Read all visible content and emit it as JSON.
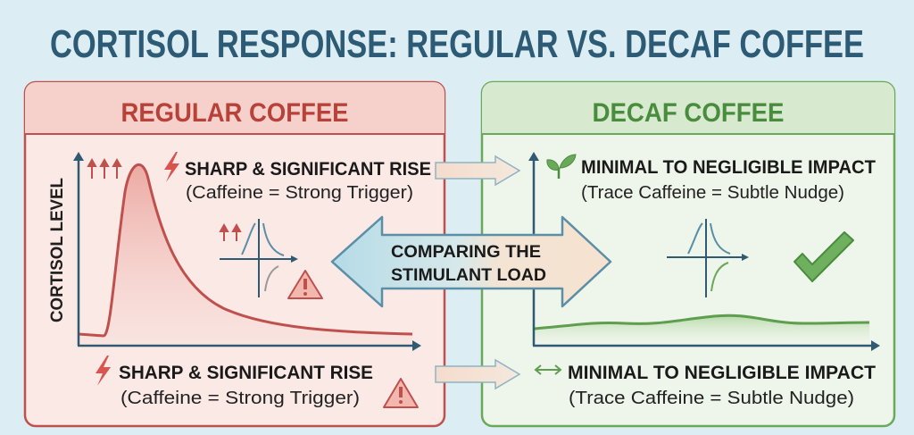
{
  "title": "CORTISOL RESPONSE: REGULAR VS. DECAF COFFEE",
  "colors": {
    "background": "#dceef3",
    "title": "#2d5a74",
    "regular_accent": "#c0504d",
    "decaf_accent": "#5f9e4f",
    "axis": "#2f5a72"
  },
  "regular": {
    "header": "REGULAR COFFEE",
    "y_axis_label": "CORTISOL LEVEL",
    "top_heading": "SHARP & SIGNIFICANT RISE",
    "top_sub": "(Caffeine = Strong Trigger)",
    "bottom_heading": "SHARP & SIGNIFICANT RISE",
    "bottom_sub": "(Caffeine = Strong Trigger)",
    "icons": [
      "lightning-icon",
      "up-arrows-icon",
      "warning-icon"
    ]
  },
  "decaf": {
    "header": "DECAF COFFEE",
    "top_heading": "MINIMAL TO NEGLIGIBLE IMPACT",
    "top_sub": "(Trace Caffeine = Subtle Nudge)",
    "bottom_heading": "MINIMAL TO NEGLIGIBLE IMPACT",
    "bottom_sub": "(Trace Caffeine = Subtle Nudge)",
    "icons": [
      "sprout-icon",
      "double-arrow-icon",
      "check-icon"
    ]
  },
  "center": {
    "line1": "COMPARING THE",
    "line2": "STIMULANT LOAD"
  }
}
